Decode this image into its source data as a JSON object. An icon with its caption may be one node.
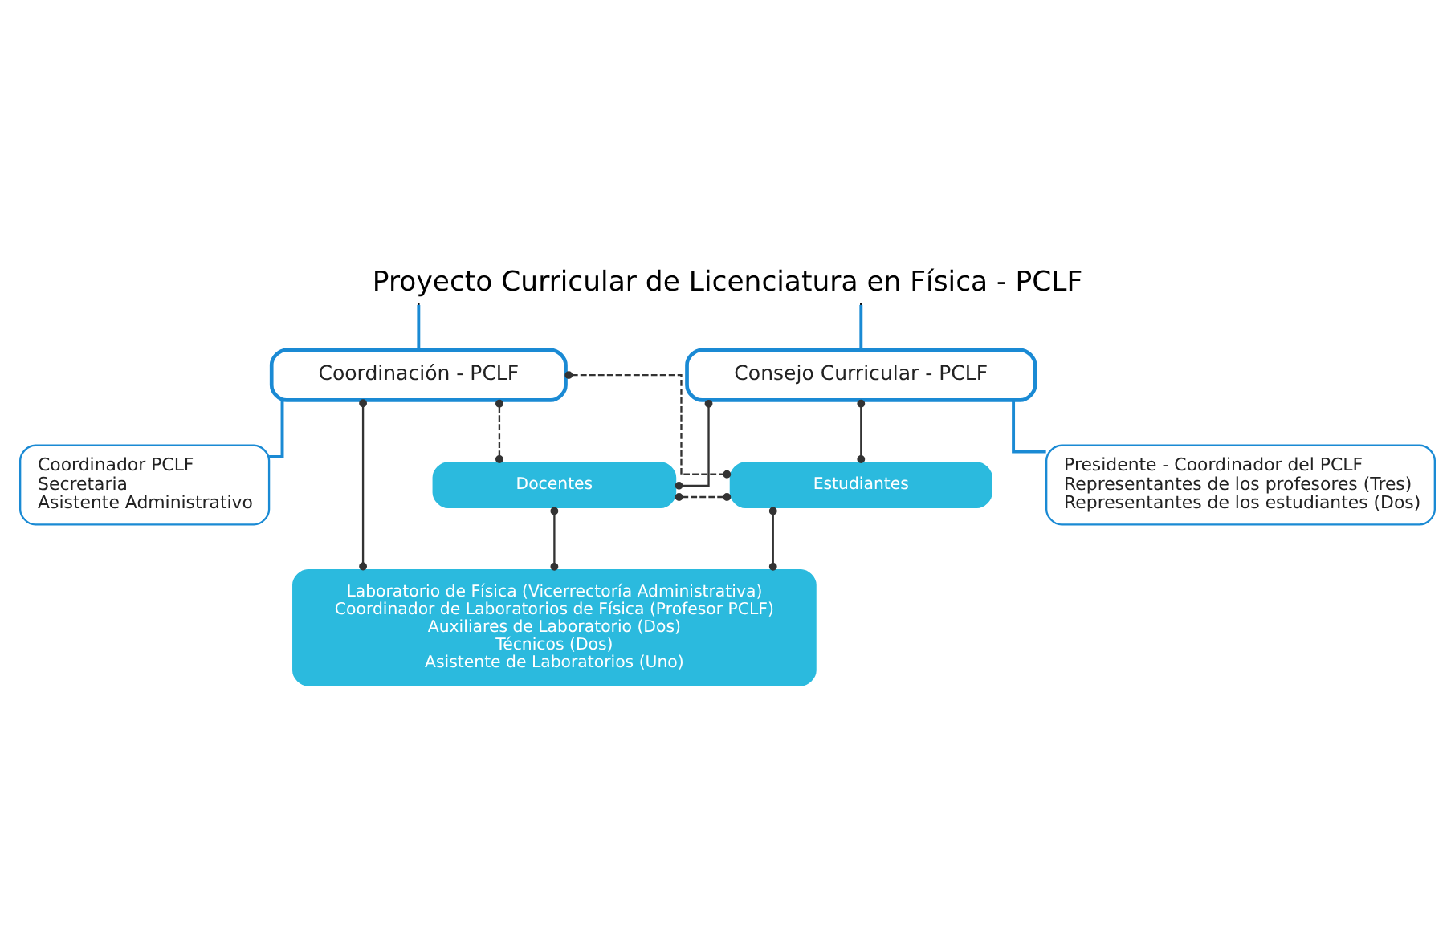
{
  "diagram": {
    "title": "Proyecto Curricular de Licenciatura en Física - PCLF",
    "nodes": [
      {
        "text": [
          "Coordinación - PCLF"
        ]
      },
      {
        "text": [
          "Consejo Curricular - PCLF"
        ]
      },
      {
        "text": [
          "Coordinador PCLF",
          "Secretaria",
          "Asistente Administrativo"
        ]
      },
      {
        "text": [
          "Presidente - Coordinador del PCLF",
          "Representantes de los profesores (Tres)",
          "Representantes de los estudiantes (Dos)"
        ]
      },
      {
        "text": [
          "Docentes"
        ]
      },
      {
        "text": [
          "Estudiantes"
        ]
      },
      {
        "text": [
          "Laboratorio de Física (Vicerrectoría Administrativa)",
          "Coordinador de Laboratorios de Física (Profesor PCLF)",
          "Auxiliares de Laboratorio (Dos)",
          "Técnicos (Dos)",
          "Asistente de Laboratorios (Uno)"
        ]
      }
    ],
    "edges": [
      {
        "from": null,
        "to": 0,
        "arrow": "none",
        "color": "#1a8ad4"
      },
      {
        "from": null,
        "to": 1,
        "arrow": "none",
        "color": "#1a8ad4"
      },
      {
        "from": 0,
        "to": 2,
        "arrow": "none",
        "color": "#1a8ad4"
      },
      {
        "from": 1,
        "to": 3,
        "arrow": "none",
        "color": "#1a8ad4"
      },
      {
        "from": 0,
        "to": 4,
        "arrow": "other",
        "style": "dashed"
      },
      {
        "from": 0,
        "to": 5,
        "arrow": "other",
        "style": "dashed"
      },
      {
        "from": 1,
        "to": 4,
        "arrow": "other"
      },
      {
        "from": 1,
        "to": 5,
        "arrow": "other"
      },
      {
        "from": 4,
        "to": 5,
        "arrow": "other",
        "style": "dashed"
      },
      {
        "from": 4,
        "to": 6,
        "arrow": "other"
      },
      {
        "from": 0,
        "to": 6,
        "arrow": "other"
      },
      {
        "from": 5,
        "to": 6,
        "arrow": "other"
      }
    ]
  }
}
